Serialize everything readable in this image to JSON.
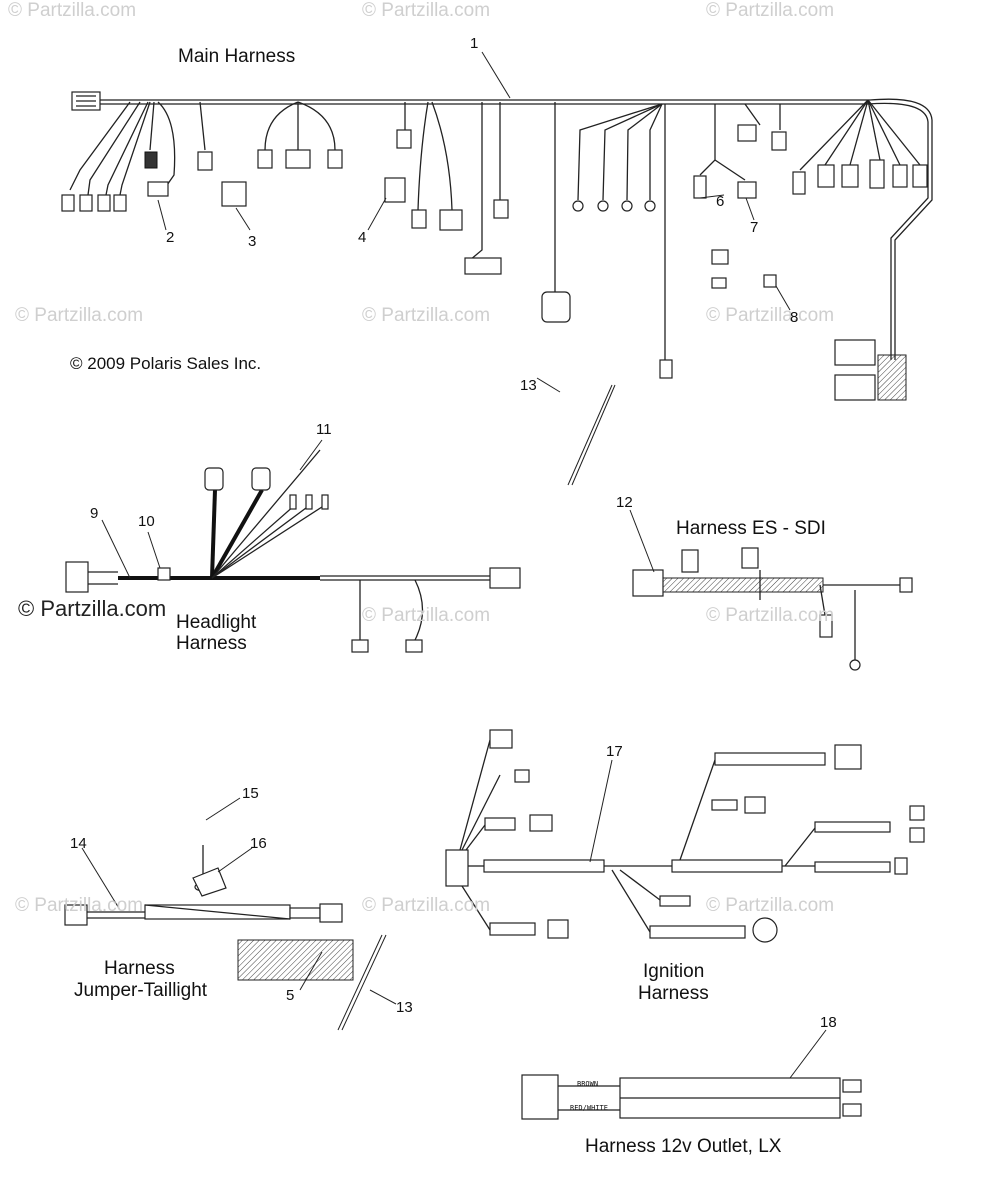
{
  "watermarks": {
    "text": "© Partzilla.com",
    "strong_text": "© Partzilla.com"
  },
  "copyright": "© 2009 Polaris Sales Inc.",
  "titles": {
    "main": "Main Harness",
    "headlight_1": "Headlight",
    "headlight_2": "Harness",
    "es_sdi": "Harness ES - SDI",
    "jumper_1": "Harness",
    "jumper_2": "Jumper-Taillight",
    "ignition_1": "Ignition",
    "ignition_2": "Harness",
    "outlet": "Harness 12v Outlet, LX"
  },
  "callouts": {
    "c1": "1",
    "c2": "2",
    "c3": "3",
    "c4": "4",
    "c5": "5",
    "c6": "6",
    "c7": "7",
    "c8": "8",
    "c9": "9",
    "c10": "10",
    "c11": "11",
    "c12": "12",
    "c13a": "13",
    "c13b": "13",
    "c14": "14",
    "c15": "15",
    "c16": "16",
    "c17": "17",
    "c18": "18"
  },
  "wire_labels": {
    "brown": "BROWN",
    "red_white": "RED/WHITE"
  }
}
